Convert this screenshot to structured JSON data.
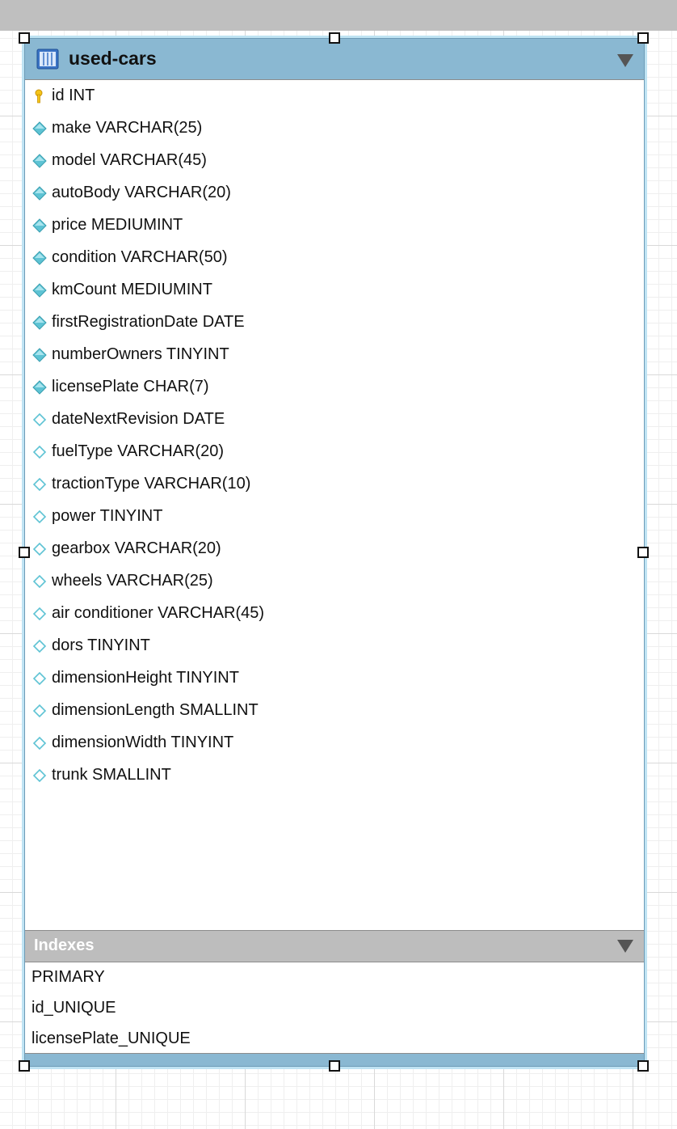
{
  "table": {
    "name": "used-cars",
    "columns": [
      {
        "text": "id INT",
        "kind": "primary-key"
      },
      {
        "text": "make VARCHAR(25)",
        "kind": "not-null"
      },
      {
        "text": "model VARCHAR(45)",
        "kind": "not-null"
      },
      {
        "text": "autoBody VARCHAR(20)",
        "kind": "not-null"
      },
      {
        "text": "price MEDIUMINT",
        "kind": "not-null"
      },
      {
        "text": "condition VARCHAR(50)",
        "kind": "not-null"
      },
      {
        "text": "kmCount MEDIUMINT",
        "kind": "not-null"
      },
      {
        "text": "firstRegistrationDate DATE",
        "kind": "not-null"
      },
      {
        "text": "numberOwners TINYINT",
        "kind": "not-null"
      },
      {
        "text": "licensePlate CHAR(7)",
        "kind": "not-null"
      },
      {
        "text": "dateNextRevision DATE",
        "kind": "nullable"
      },
      {
        "text": "fuelType VARCHAR(20)",
        "kind": "nullable"
      },
      {
        "text": "tractionType VARCHAR(10)",
        "kind": "nullable"
      },
      {
        "text": "power TINYINT",
        "kind": "nullable"
      },
      {
        "text": "gearbox VARCHAR(20)",
        "kind": "nullable"
      },
      {
        "text": "wheels VARCHAR(25)",
        "kind": "nullable"
      },
      {
        "text": "air conditioner VARCHAR(45)",
        "kind": "nullable"
      },
      {
        "text": "dors TINYINT",
        "kind": "nullable"
      },
      {
        "text": "dimensionHeight TINYINT",
        "kind": "nullable"
      },
      {
        "text": "dimensionLength SMALLINT",
        "kind": "nullable"
      },
      {
        "text": "dimensionWidth TINYINT",
        "kind": "nullable"
      },
      {
        "text": "trunk SMALLINT",
        "kind": "nullable"
      }
    ],
    "indexes_label": "Indexes",
    "indexes": [
      "PRIMARY",
      "id_UNIQUE",
      "licensePlate_UNIQUE"
    ]
  },
  "icons": {
    "table": "table-icon",
    "primary_key": "key-icon",
    "not_null": "filled-diamond-icon",
    "nullable": "hollow-diamond-icon",
    "collapse": "triangle-down-icon"
  },
  "colors": {
    "header": "#8ab8d2",
    "selection_glow": "#bfe3f3",
    "indexes_header": "#bdbdbd",
    "diamond": "#5ec3d4",
    "key": "#f5c518"
  }
}
